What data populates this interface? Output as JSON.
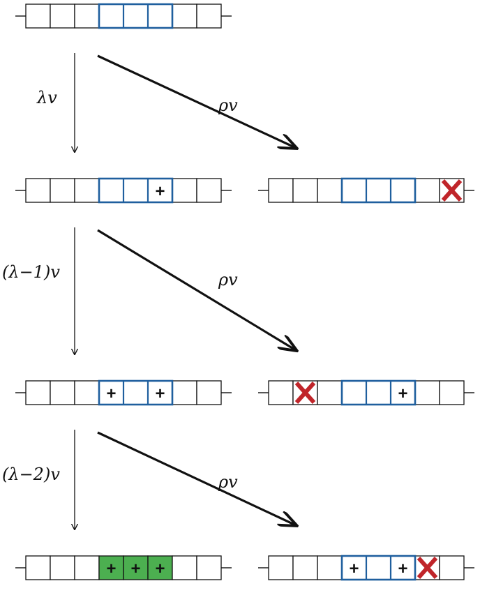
{
  "colors": {
    "outline": "#111111",
    "highlight": "#1f5f9e",
    "mark_x": "#c0252a",
    "filled": "#4caf50",
    "arrow": "#111111"
  },
  "symbols": {
    "plus": "+",
    "x": "X"
  },
  "rows": [
    {
      "left": {
        "cells": [
          "",
          "",
          "",
          "",
          "",
          "",
          "",
          ""
        ],
        "highlight": [
          3,
          5
        ]
      }
    },
    {
      "left": {
        "cells": [
          "",
          "",
          "",
          "",
          "",
          "+",
          "",
          ""
        ],
        "highlight": [
          3,
          5
        ]
      },
      "right": {
        "cells": [
          "",
          "",
          "",
          "",
          "",
          "",
          "",
          "x"
        ],
        "highlight": [
          3,
          5
        ]
      }
    },
    {
      "left": {
        "cells": [
          "",
          "",
          "",
          "+",
          "",
          "+",
          "",
          ""
        ],
        "highlight": [
          3,
          5
        ]
      },
      "right": {
        "cells": [
          "",
          "x",
          "",
          "",
          "",
          "+",
          "",
          ""
        ],
        "highlight": [
          3,
          5
        ]
      }
    },
    {
      "left": {
        "cells": [
          "",
          "",
          "",
          "+",
          "+",
          "+",
          "",
          ""
        ],
        "highlight": [
          3,
          5
        ],
        "filled": true
      },
      "right": {
        "cells": [
          "",
          "",
          "",
          "+",
          "",
          "+",
          "x",
          ""
        ],
        "highlight": [
          3,
          5
        ]
      }
    }
  ],
  "transitions": [
    {
      "down_label": "λv",
      "diag_label": "ρv"
    },
    {
      "down_label": "(λ−1)v",
      "diag_label": "ρv"
    },
    {
      "down_label": "(λ−2)v",
      "diag_label": "ρv"
    }
  ]
}
